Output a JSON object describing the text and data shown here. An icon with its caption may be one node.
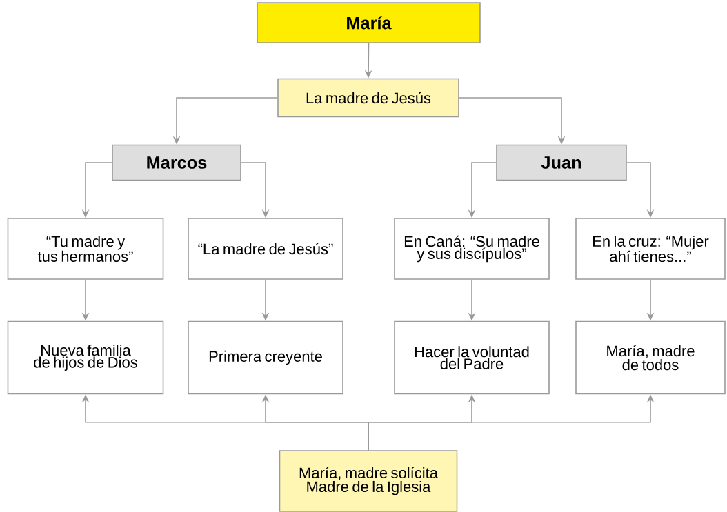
{
  "diagram": {
    "nodes": [
      {
        "text": [
          "María"
        ]
      },
      {
        "text": [
          "La madre de Jesús"
        ]
      },
      {
        "text": [
          "Marcos"
        ]
      },
      {
        "text": [
          "Juan"
        ]
      },
      {
        "text": [
          "“Tu madre y tus hermanos”"
        ]
      },
      {
        "text": [
          "“La madre de Jesús”"
        ]
      },
      {
        "text": [
          "En Caná: “Su madre y sus discípulos”"
        ]
      },
      {
        "text": [
          "En la cruz: “Mujer ahí tienes...”"
        ]
      },
      {
        "text": [
          "Nueva familia de hijos de Dios"
        ]
      },
      {
        "text": [
          "Primera creyente"
        ]
      },
      {
        "text": [
          "Hacer la voluntad del Padre"
        ]
      },
      {
        "text": [
          "María, madre de todos"
        ]
      },
      {
        "text": [
          "María, madre solícita",
          "Madre de la Iglesia"
        ]
      }
    ],
    "edges": [
      {
        "from": 0,
        "to": 1,
        "arrow": "to"
      },
      {
        "from": 1,
        "to": 2,
        "arrow": "to"
      },
      {
        "from": 1,
        "to": 3,
        "arrow": "to"
      },
      {
        "from": 2,
        "to": 4,
        "arrow": "to"
      },
      {
        "from": 2,
        "to": 5,
        "arrow": "to"
      },
      {
        "from": 3,
        "to": 6,
        "arrow": "to"
      },
      {
        "from": 3,
        "to": 7,
        "arrow": "to"
      },
      {
        "from": 4,
        "to": 8,
        "arrow": "to"
      },
      {
        "from": 5,
        "to": 9,
        "arrow": "to"
      },
      {
        "from": 6,
        "to": 10,
        "arrow": "to"
      },
      {
        "from": 7,
        "to": 11,
        "arrow": "to"
      },
      {
        "from": 12,
        "to": 8,
        "arrow": "to"
      },
      {
        "from": 12,
        "to": 9,
        "arrow": "to"
      },
      {
        "from": 12,
        "to": 10,
        "arrow": "to"
      },
      {
        "from": 12,
        "to": 11,
        "arrow": "to"
      }
    ]
  }
}
